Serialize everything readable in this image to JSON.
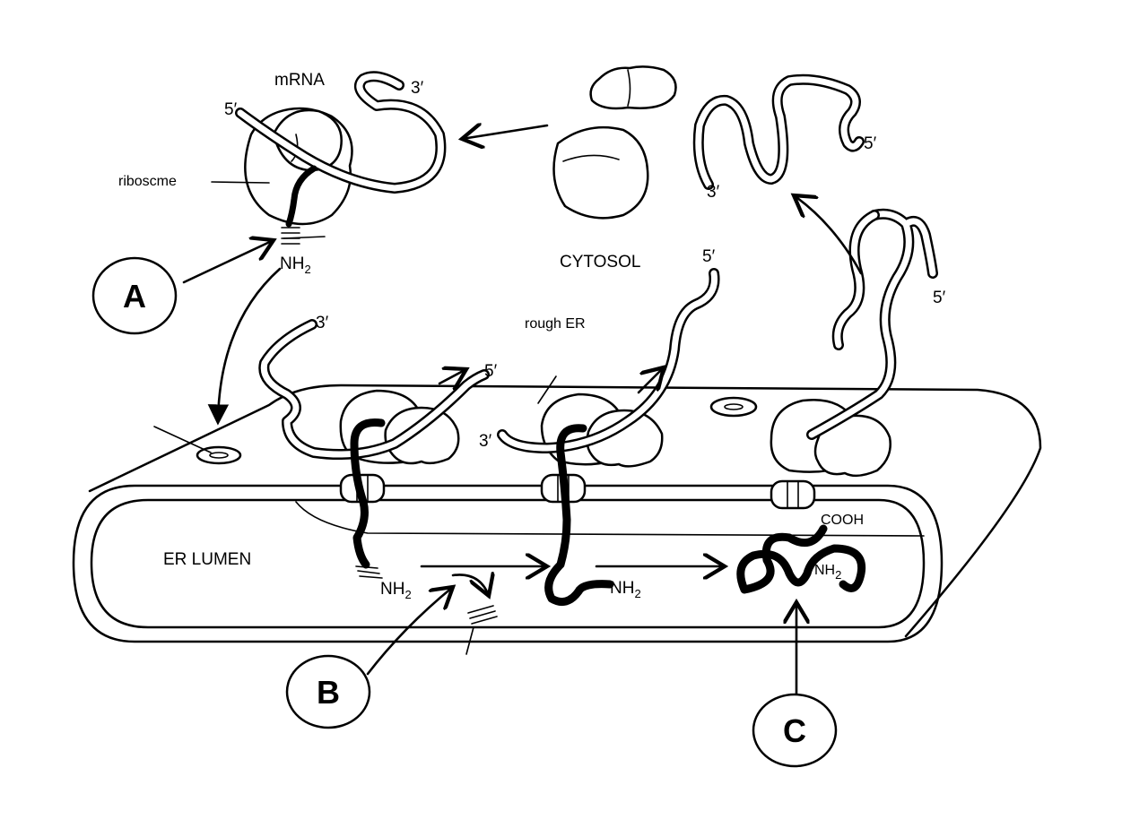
{
  "labels": {
    "mrna": "mRNA",
    "ribosome": "riboscme",
    "cytosol": "CYTOSOL",
    "rough_er": "rough ER",
    "er_lumen": "ER LUMEN",
    "cooh": "COOH",
    "nh": "NH",
    "nh_sub": "2",
    "five_prime": "5′",
    "three_prime": "3′",
    "step_a": "A",
    "step_b": "B",
    "step_c": "C"
  }
}
